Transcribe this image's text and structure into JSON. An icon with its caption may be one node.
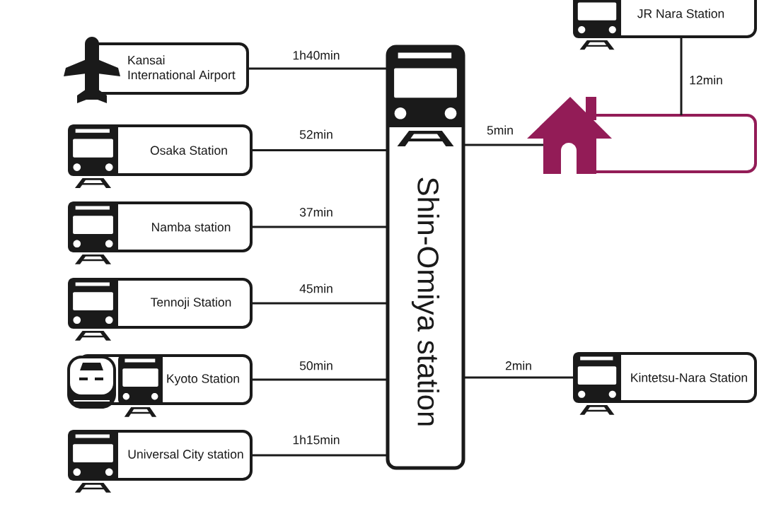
{
  "diagram": {
    "nodes": [
      {
        "text": [
          "Kansai International Airport"
        ]
      },
      {
        "text": [
          "Osaka Station"
        ]
      },
      {
        "text": [
          "Namba station"
        ]
      },
      {
        "text": [
          "Tennoji Station"
        ]
      },
      {
        "text": [
          "Kyoto Station"
        ]
      },
      {
        "text": [
          "Universal City station"
        ]
      },
      {
        "text": [
          "Shin-Omiya station"
        ]
      },
      {
        "text": [
          "JR Nara Station"
        ]
      },
      {
        "text": [],
        "shape": "box"
      },
      {
        "text": [
          "Kintetsu-Nara Station"
        ]
      }
    ],
    "edges": [
      {
        "from": 0,
        "to": 6,
        "arrow": "none",
        "label": "1h40min"
      },
      {
        "from": 1,
        "to": 6,
        "arrow": "none",
        "label": "52min"
      },
      {
        "from": 2,
        "to": 6,
        "arrow": "none",
        "label": "37min"
      },
      {
        "from": 3,
        "to": 6,
        "arrow": "none",
        "label": "45min"
      },
      {
        "from": 4,
        "to": 6,
        "arrow": "none",
        "label": "50min"
      },
      {
        "from": 5,
        "to": 6,
        "arrow": "none",
        "label": "1h15min"
      },
      {
        "from": 6,
        "to": 8,
        "arrow": "none",
        "label": "5min"
      },
      {
        "from": 7,
        "to": 8,
        "arrow": "none",
        "label": "12min"
      },
      {
        "from": 6,
        "to": 9,
        "arrow": "none",
        "label": "2min"
      }
    ]
  }
}
